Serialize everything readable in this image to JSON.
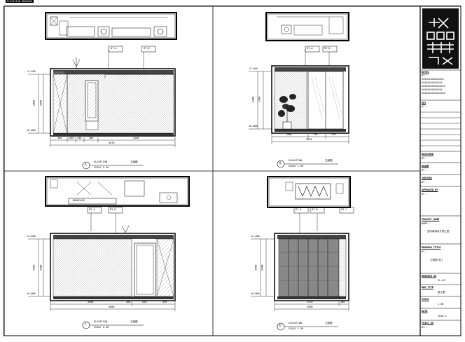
{
  "header_tag": "ELEVATION DRAWING",
  "views": [
    {
      "key": "A",
      "caption": "ELEVATION",
      "sub": "SCALE 1:30",
      "cn": "立面图",
      "dims": [
        "400",
        "1200",
        "440",
        "580",
        "2100"
      ],
      "total": "3670",
      "levels": [
        "+2.400",
        "±0.000"
      ],
      "heights": [
        "2400",
        "2300"
      ],
      "tags": [
        "DT-A",
        "MT-B"
      ]
    },
    {
      "key": "B",
      "caption": "ELEVATION",
      "sub": "SCALE 1:30",
      "cn": "立面图",
      "dims": [
        "1200",
        "710",
        "710"
      ],
      "total": "2620",
      "levels": [
        "+2.400",
        "±0.000"
      ],
      "heights": [
        "2400",
        "2300"
      ],
      "tags": [
        "DT-A",
        "MT-B"
      ]
    },
    {
      "key": "C",
      "caption": "ELEVATION",
      "sub": "SCALE 1:30",
      "cn": "立面图",
      "dims": [
        "3000",
        "460",
        "810",
        "590"
      ],
      "total": "5860",
      "levels": [
        "+2.400",
        "±0.000"
      ],
      "heights": [
        "2400",
        "2300"
      ],
      "tags": [
        "DT-A",
        "MT-B"
      ],
      "plan_text": "BOOKCASE"
    },
    {
      "key": "D",
      "caption": "ELEVATION",
      "sub": "SCALE 1:30",
      "cn": "立面图",
      "dims": [
        "2570",
        "300"
      ],
      "total": "2830",
      "levels": [
        "+2.400",
        "±0.000"
      ],
      "heights": [
        "2400",
        "2300"
      ],
      "tags": [
        "DT-A",
        "MT-B",
        "MT-C"
      ]
    }
  ],
  "title_block": {
    "notes_label": "NOTES",
    "notes_lines": [
      "01 :",
      "XXXXXXXXXXXXXXX",
      "XXXXXXXXXXXXXX",
      "XXXXXXXXXXXXXXXX",
      "XXXXXXXXXXXXXX",
      "XXXXXXXXXXXXXXXX"
    ],
    "rev_label": "REV",
    "rev_value": "01 :",
    "designed_label": "DESIGNED",
    "designed_value": "BY :",
    "drawn_label": "DRAWN",
    "drawn_value": "BY :",
    "checked_label": "CHECKED",
    "checked_value": "BY :",
    "approved_label": "APPROVED BY",
    "approved_value": "BY :",
    "project_label": "PROJECT NAME",
    "project_value": "NAME :",
    "project_cn": "室内装饰设计施工图",
    "drawing_label": "DRAWING TITLE",
    "drawing_value": "01 :",
    "drawing_cn": "立面图(四)",
    "drawing_no_label": "DRAWING NO",
    "drawing_no_value": "EL-03",
    "dwg_type_label": "DWG TYPE",
    "dwg_type_value": "施工图",
    "scale_label": "SCALE",
    "scale_value": "1:30",
    "date_label": "DATE",
    "date_value": "2010.3",
    "print_label": "PRINT NO",
    "print_value": "01 :"
  }
}
